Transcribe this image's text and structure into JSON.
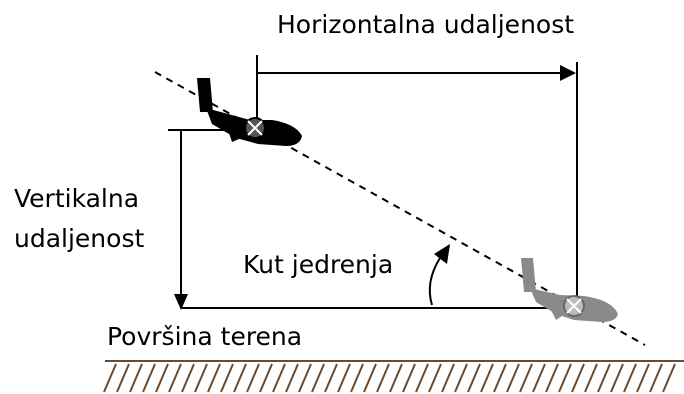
{
  "labels": {
    "horizontal_distance": "Horizontalna udaljenost",
    "vertical_distance_line1": "Vertikalna",
    "vertical_distance_line2": "udaljenost",
    "glide_angle": "Kut jedrenja",
    "terrain_surface": "Površina terena"
  },
  "colors": {
    "ink": "#000000",
    "aircraft_start": "#000000",
    "aircraft_end": "#8a8a8a",
    "ground_hatch": "#6b4a2e"
  },
  "icons": {
    "aircraft_start": "glider-aircraft-icon",
    "aircraft_end": "glider-aircraft-icon"
  }
}
